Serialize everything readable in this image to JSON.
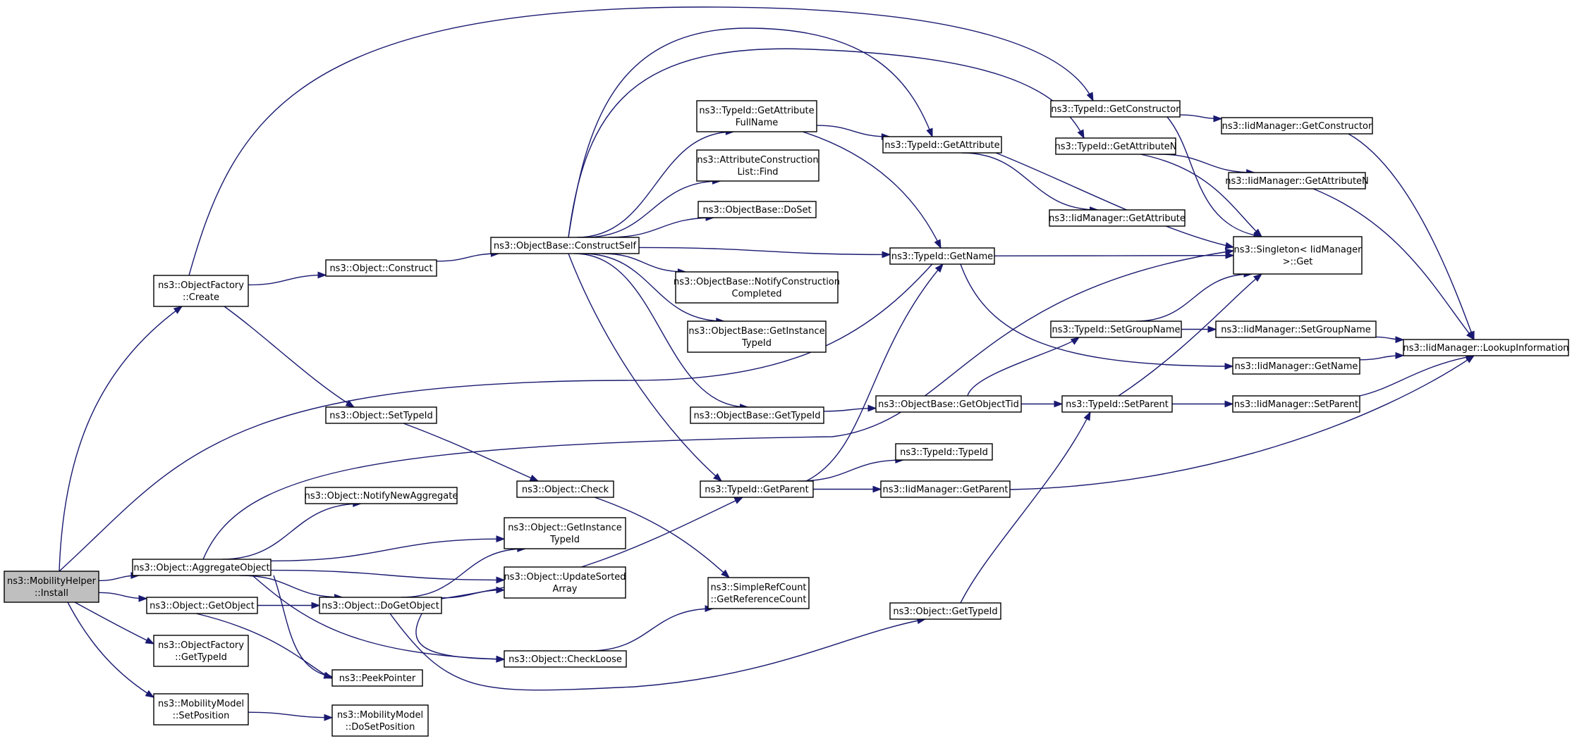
{
  "nodes": [
    {
      "id": "install",
      "lines": [
        "ns3::MobilityHelper",
        "::Install"
      ]
    },
    {
      "id": "factoryCreate",
      "lines": [
        "ns3::ObjectFactory",
        "::Create"
      ]
    },
    {
      "id": "aggregateObject",
      "lines": [
        "ns3::Object::AggregateObject"
      ]
    },
    {
      "id": "getObject",
      "lines": [
        "ns3::Object::GetObject"
      ]
    },
    {
      "id": "factoryGetTypeId",
      "lines": [
        "ns3::ObjectFactory",
        "::GetTypeId"
      ]
    },
    {
      "id": "mmSetPosition",
      "lines": [
        "ns3::MobilityModel",
        "::SetPosition"
      ]
    },
    {
      "id": "objConstruct",
      "lines": [
        "ns3::Object::Construct"
      ]
    },
    {
      "id": "objSetTypeId",
      "lines": [
        "ns3::Object::SetTypeId"
      ]
    },
    {
      "id": "notifyNewAggregate",
      "lines": [
        "ns3::Object::NotifyNewAggregate"
      ]
    },
    {
      "id": "objCheck",
      "lines": [
        "ns3::Object::Check"
      ]
    },
    {
      "id": "objGetInstanceTypeId",
      "lines": [
        "ns3::Object::GetInstance",
        "TypeId"
      ]
    },
    {
      "id": "updateSortedArray",
      "lines": [
        "ns3::Object::UpdateSorted",
        "Array"
      ]
    },
    {
      "id": "doGetObject",
      "lines": [
        "ns3::Object::DoGetObject"
      ]
    },
    {
      "id": "checkLoose",
      "lines": [
        "ns3::Object::CheckLoose"
      ]
    },
    {
      "id": "peekPointer",
      "lines": [
        "ns3::PeekPointer"
      ]
    },
    {
      "id": "mmDoSetPosition",
      "lines": [
        "ns3::MobilityModel",
        "::DoSetPosition"
      ]
    },
    {
      "id": "constructSelf",
      "lines": [
        "ns3::ObjectBase::ConstructSelf"
      ]
    },
    {
      "id": "getAttributeFullName",
      "lines": [
        "ns3::TypeId::GetAttribute",
        "FullName"
      ]
    },
    {
      "id": "attrConstructionFind",
      "lines": [
        "ns3::AttributeConstruction",
        "List::Find"
      ]
    },
    {
      "id": "doSet",
      "lines": [
        "ns3::ObjectBase::DoSet"
      ]
    },
    {
      "id": "notifyConstructionCompleted",
      "lines": [
        "ns3::ObjectBase::NotifyConstruction",
        "Completed"
      ]
    },
    {
      "id": "obGetInstanceTypeId",
      "lines": [
        "ns3::ObjectBase::GetInstance",
        "TypeId"
      ]
    },
    {
      "id": "obGetTypeId",
      "lines": [
        "ns3::ObjectBase::GetTypeId"
      ]
    },
    {
      "id": "tidGetParent",
      "lines": [
        "ns3::TypeId::GetParent"
      ]
    },
    {
      "id": "simpleRefCount",
      "lines": [
        "ns3::SimpleRefCount",
        "::GetReferenceCount"
      ]
    },
    {
      "id": "tidGetAttribute",
      "lines": [
        "ns3::TypeId::GetAttribute"
      ]
    },
    {
      "id": "tidGetName",
      "lines": [
        "ns3::TypeId::GetName"
      ]
    },
    {
      "id": "getObjectTid",
      "lines": [
        "ns3::ObjectBase::GetObjectTid"
      ]
    },
    {
      "id": "tidTypeId",
      "lines": [
        "ns3::TypeId::TypeId"
      ]
    },
    {
      "id": "iidGetParent",
      "lines": [
        "ns3::IidManager::GetParent"
      ]
    },
    {
      "id": "objGetTypeId",
      "lines": [
        "ns3::Object::GetTypeId"
      ]
    },
    {
      "id": "tidGetConstructor",
      "lines": [
        "ns3::TypeId::GetConstructor"
      ]
    },
    {
      "id": "tidGetAttributeN",
      "lines": [
        "ns3::TypeId::GetAttributeN"
      ]
    },
    {
      "id": "iidGetAttribute",
      "lines": [
        "ns3::IidManager::GetAttribute"
      ]
    },
    {
      "id": "tidSetGroupName",
      "lines": [
        "ns3::TypeId::SetGroupName"
      ]
    },
    {
      "id": "tidSetParent",
      "lines": [
        "ns3::TypeId::SetParent"
      ]
    },
    {
      "id": "iidGetConstructor",
      "lines": [
        "ns3::IidManager::GetConstructor"
      ]
    },
    {
      "id": "iidGetAttributeN",
      "lines": [
        "ns3::IidManager::GetAttributeN"
      ]
    },
    {
      "id": "singletonGet",
      "lines": [
        "ns3::Singleton< IidManager",
        " >::Get"
      ]
    },
    {
      "id": "iidSetGroupName",
      "lines": [
        "ns3::IidManager::SetGroupName"
      ]
    },
    {
      "id": "iidGetName",
      "lines": [
        "ns3::IidManager::GetName"
      ]
    },
    {
      "id": "iidSetParent",
      "lines": [
        "ns3::IidManager::SetParent"
      ]
    },
    {
      "id": "lookupInformation",
      "lines": [
        "ns3::IidManager::LookupInformation"
      ]
    }
  ],
  "edges": [
    [
      "install",
      "factoryCreate"
    ],
    [
      "install",
      "aggregateObject"
    ],
    [
      "install",
      "getObject"
    ],
    [
      "install",
      "factoryGetTypeId"
    ],
    [
      "install",
      "mmSetPosition"
    ],
    [
      "install",
      "tidGetName"
    ],
    [
      "factoryCreate",
      "objConstruct"
    ],
    [
      "factoryCreate",
      "objSetTypeId"
    ],
    [
      "factoryCreate",
      "tidGetConstructor"
    ],
    [
      "aggregateObject",
      "notifyNewAggregate"
    ],
    [
      "aggregateObject",
      "objGetInstanceTypeId"
    ],
    [
      "aggregateObject",
      "updateSortedArray"
    ],
    [
      "aggregateObject",
      "doGetObject"
    ],
    [
      "aggregateObject",
      "checkLoose"
    ],
    [
      "aggregateObject",
      "peekPointer"
    ],
    [
      "aggregateObject",
      "singletonGet"
    ],
    [
      "getObject",
      "doGetObject"
    ],
    [
      "getObject",
      "peekPointer"
    ],
    [
      "mmSetPosition",
      "mmDoSetPosition"
    ],
    [
      "objConstruct",
      "constructSelf"
    ],
    [
      "objSetTypeId",
      "objCheck"
    ],
    [
      "objCheck",
      "simpleRefCount"
    ],
    [
      "doGetObject",
      "objGetInstanceTypeId"
    ],
    [
      "doGetObject",
      "updateSortedArray"
    ],
    [
      "doGetObject",
      "checkLoose"
    ],
    [
      "doGetObject",
      "tidGetParent"
    ],
    [
      "doGetObject",
      "objGetTypeId"
    ],
    [
      "checkLoose",
      "simpleRefCount"
    ],
    [
      "constructSelf",
      "getAttributeFullName"
    ],
    [
      "constructSelf",
      "attrConstructionFind"
    ],
    [
      "constructSelf",
      "doSet"
    ],
    [
      "constructSelf",
      "notifyConstructionCompleted"
    ],
    [
      "constructSelf",
      "obGetInstanceTypeId"
    ],
    [
      "constructSelf",
      "obGetTypeId"
    ],
    [
      "constructSelf",
      "tidGetParent"
    ],
    [
      "constructSelf",
      "tidGetAttribute"
    ],
    [
      "constructSelf",
      "tidGetName"
    ],
    [
      "constructSelf",
      "tidGetAttributeN"
    ],
    [
      "getAttributeFullName",
      "tidGetAttribute"
    ],
    [
      "getAttributeFullName",
      "tidGetName"
    ],
    [
      "obGetTypeId",
      "getObjectTid"
    ],
    [
      "tidGetParent",
      "tidTypeId"
    ],
    [
      "tidGetParent",
      "iidGetParent"
    ],
    [
      "tidGetParent",
      "tidGetName"
    ],
    [
      "tidGetAttribute",
      "iidGetAttribute"
    ],
    [
      "tidGetAttribute",
      "singletonGet"
    ],
    [
      "tidGetName",
      "singletonGet"
    ],
    [
      "tidGetName",
      "iidGetName"
    ],
    [
      "getObjectTid",
      "tidSetGroupName"
    ],
    [
      "getObjectTid",
      "tidSetParent"
    ],
    [
      "iidGetParent",
      "lookupInformation"
    ],
    [
      "objGetTypeId",
      "tidSetParent"
    ],
    [
      "tidGetConstructor",
      "iidGetConstructor"
    ],
    [
      "tidGetConstructor",
      "singletonGet"
    ],
    [
      "tidGetAttributeN",
      "iidGetAttributeN"
    ],
    [
      "tidGetAttributeN",
      "singletonGet"
    ],
    [
      "tidSetGroupName",
      "singletonGet"
    ],
    [
      "tidSetGroupName",
      "iidSetGroupName"
    ],
    [
      "tidSetParent",
      "singletonGet"
    ],
    [
      "tidSetParent",
      "iidSetParent"
    ],
    [
      "iidGetConstructor",
      "lookupInformation"
    ],
    [
      "iidGetAttributeN",
      "lookupInformation"
    ],
    [
      "iidSetGroupName",
      "lookupInformation"
    ],
    [
      "iidGetName",
      "lookupInformation"
    ],
    [
      "iidSetParent",
      "lookupInformation"
    ]
  ]
}
